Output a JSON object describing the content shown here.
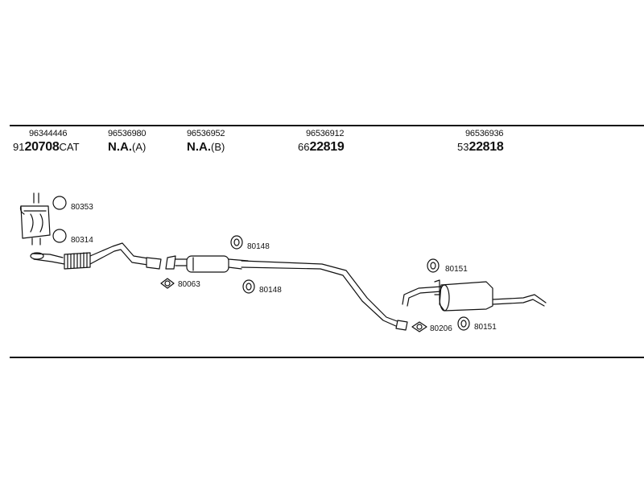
{
  "columns": [
    {
      "oe": "96344446",
      "prefix": "91",
      "main": "20708",
      "suffix": "CAT"
    },
    {
      "oe": "96536980",
      "prefix": "",
      "main": "N.A.",
      "suffix": "(A)"
    },
    {
      "oe": "96536952",
      "prefix": "",
      "main": "N.A.",
      "suffix": "(B)"
    },
    {
      "oe": "96536912",
      "prefix": "66",
      "main": "22819",
      "suffix": ""
    },
    {
      "oe": "96536936",
      "prefix": "53",
      "main": "22818",
      "suffix": ""
    }
  ],
  "fittings": [
    {
      "label": "80353",
      "icon": "ring-icon"
    },
    {
      "label": "80314",
      "icon": "ring-icon"
    },
    {
      "label": "80063",
      "icon": "gasket-icon"
    },
    {
      "label": "80148",
      "icon": "rubber-hanger-icon"
    },
    {
      "label": "80148",
      "icon": "rubber-hanger-icon"
    },
    {
      "label": "80151",
      "icon": "rubber-hanger-icon"
    },
    {
      "label": "80206",
      "icon": "gasket-icon"
    },
    {
      "label": "80151",
      "icon": "rubber-hanger-icon"
    }
  ],
  "colors": {
    "line": "#111111",
    "background": "#ffffff"
  }
}
